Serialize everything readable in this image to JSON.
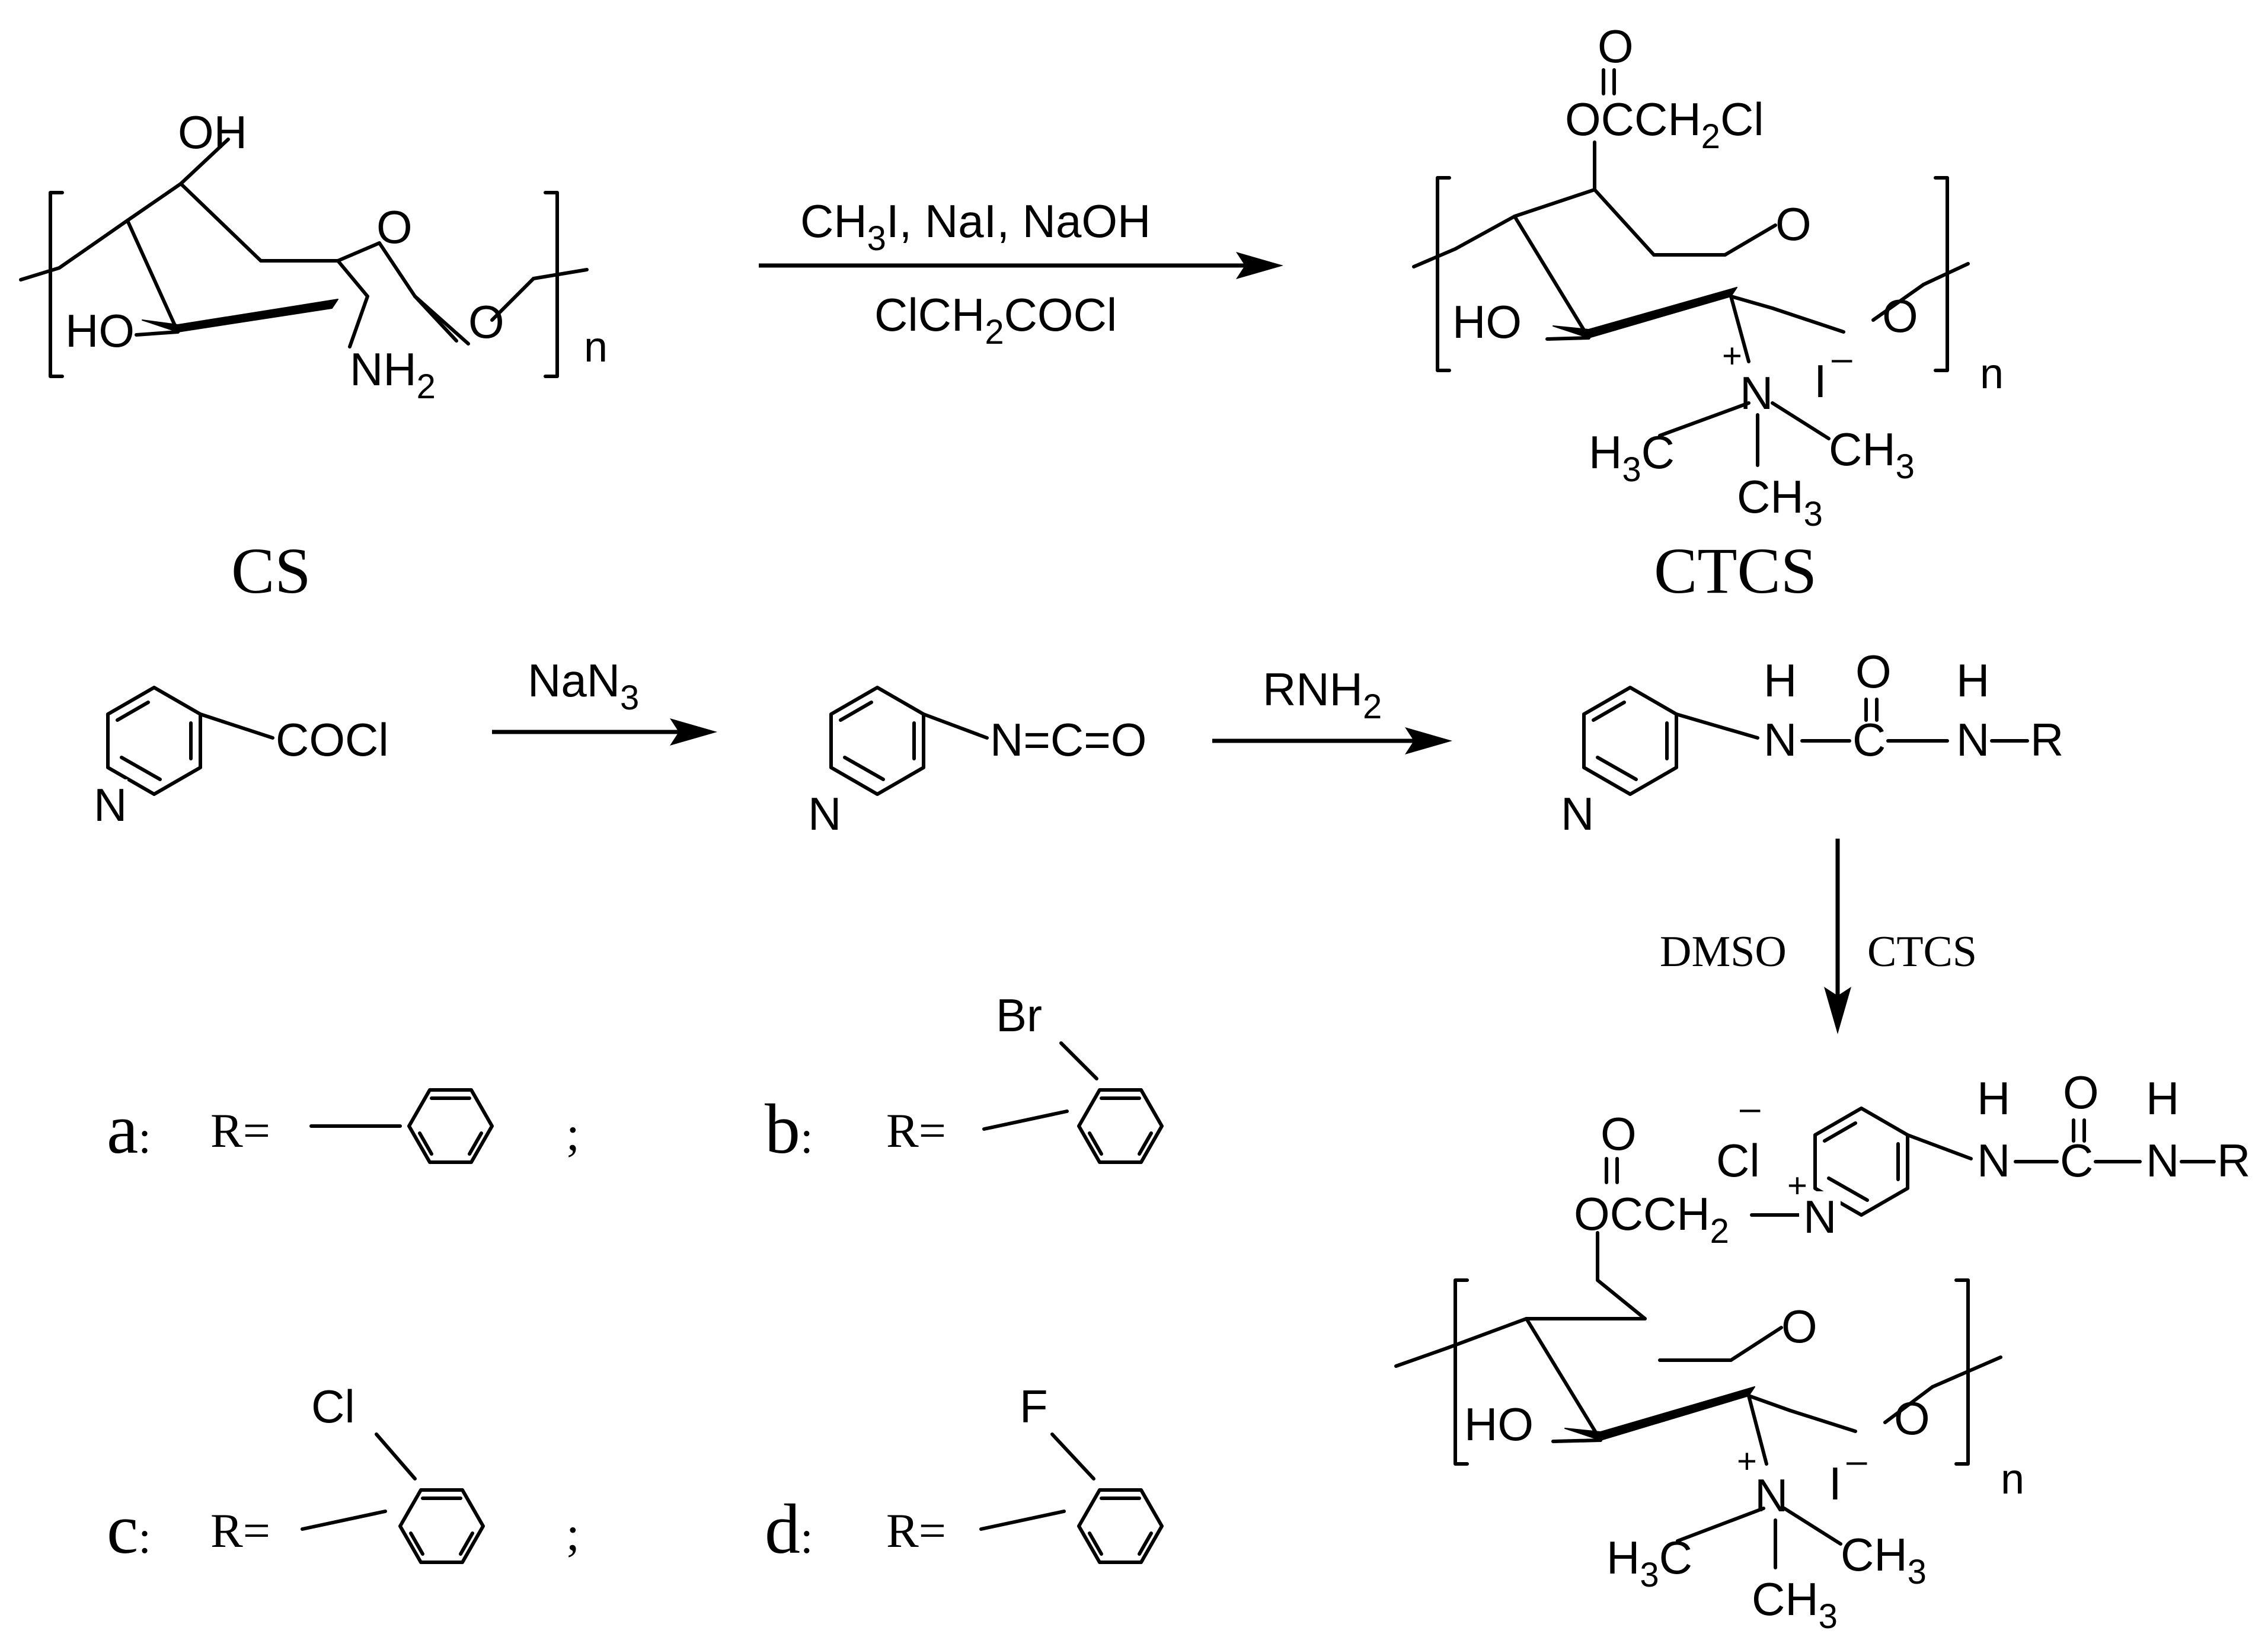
{
  "compounds": {
    "cs": {
      "name": "CS",
      "oh": "OH",
      "ring_o": "O",
      "ho": "HO",
      "nh": "NH",
      "nh_sub": "2",
      "link_o": "O",
      "n": "n"
    },
    "ctcs": {
      "name": "CTCS",
      "carbonyl_o": "O",
      "ester": "OCCH",
      "ester_sub": "2",
      "ester_tail": "Cl",
      "ring_o": "O",
      "ho": "HO",
      "link_o": "O",
      "n_plus": "N",
      "plus": "+",
      "iodide": "I",
      "minus": "–",
      "h3c_h": "H",
      "h3c_sub": "3",
      "h3c_c": "C",
      "ch3_c": "CH",
      "ch3_sub": "3",
      "n": "n"
    },
    "nicotinoyl": {
      "substituent": "COCl",
      "ring_n": "N"
    },
    "isocyanate": {
      "substituent": "N=C=O",
      "ring_n": "N"
    },
    "urea": {
      "h1": "H",
      "n1": "N",
      "o": "O",
      "c": "C",
      "h2": "H",
      "n2": "N",
      "r": "R",
      "ring_n": "N"
    },
    "product": {
      "carbonyl_o": "O",
      "ester": "OCCH",
      "ester_sub": "2",
      "chloride": "Cl",
      "minus": "–",
      "n_plus": "N",
      "plus": "+",
      "h1": "H",
      "n1": "N",
      "o": "O",
      "c": "C",
      "h2": "H",
      "n2": "N",
      "r": "R",
      "ring_o": "O",
      "ho": "HO",
      "link_o": "O",
      "tn": "N",
      "tplus": "+",
      "iodide": "I",
      "iminus": "–",
      "h3c_h": "H",
      "h3c_sub": "3",
      "h3c_c": "C",
      "ch3_c": "CH",
      "ch3_sub": "3",
      "n": "n"
    }
  },
  "reactions": {
    "step1": {
      "above_a": "CH",
      "above_sub": "3",
      "above_b": "I, NaI, NaOH",
      "below_a": "ClCH",
      "below_sub": "2",
      "below_b": "COCl"
    },
    "step2": {
      "reagent_a": "NaN",
      "reagent_sub": "3"
    },
    "step3": {
      "reagent_a": "RNH",
      "reagent_sub": "2"
    },
    "step4": {
      "left": "DMSO",
      "right": "CTCS"
    }
  },
  "r_groups": [
    {
      "label": "a",
      "colon": ":",
      "r_eq": "R=",
      "substituent": "",
      "separator": ";"
    },
    {
      "label": "b",
      "colon": ":",
      "r_eq": "R=",
      "substituent": "Br",
      "separator": ""
    },
    {
      "label": "c",
      "colon": ":",
      "r_eq": "R=",
      "substituent": "Cl",
      "separator": ";"
    },
    {
      "label": "d",
      "colon": ":",
      "r_eq": "R=",
      "substituent": "F",
      "separator": ""
    }
  ]
}
